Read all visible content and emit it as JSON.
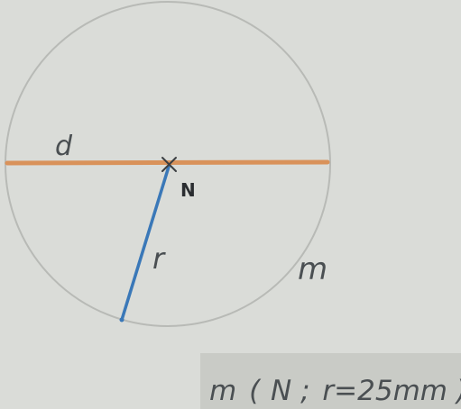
{
  "diagram": {
    "labels": {
      "diameter": "d",
      "center": "N",
      "radius": "r",
      "circle_name": "m"
    },
    "caption": {
      "circle": "m",
      "open_paren": "(",
      "center": "N",
      "separator": ";",
      "radius_expr": "r=25mm",
      "close_paren": ")"
    },
    "colors": {
      "circle": "#b8bab6",
      "diameter": "#d9925a",
      "radius": "#3a78b8",
      "background": "#dadcd8",
      "caption_band": "#c9cbc6"
    }
  }
}
